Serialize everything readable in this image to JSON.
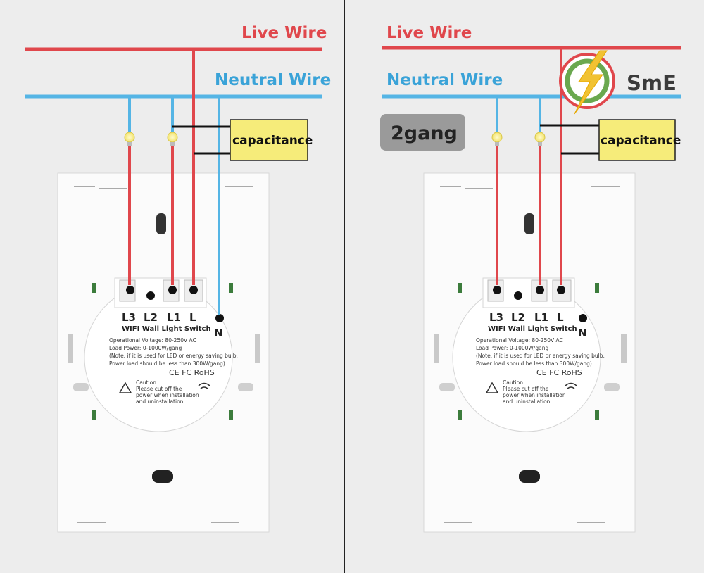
{
  "wires": {
    "live_label": "Live Wire",
    "neutral_label": "Neutral Wire"
  },
  "capacitance_label": "capacitance",
  "gang_badge": "2gang",
  "logo_text": "SmE",
  "terminals": {
    "l3": "L3",
    "l2": "L2",
    "l1": "L1",
    "l": "L",
    "n": "N"
  },
  "module": {
    "title": "WIFI Wall Light Switch",
    "voltage": "Operational Voltage: 80-250V AC",
    "load": "Load Power: 0-1000W/gang",
    "note1": "(Note: if it is used for LED or energy saving bulb,",
    "note2": "Power load should be less than 300W/gang)",
    "certs": "CE FC RoHS",
    "caution_title": "Caution:",
    "caution1": "Please cut off the",
    "caution2": "power when installation",
    "caution3": "and uninstallation."
  },
  "colors": {
    "live": "#e0474c",
    "neutral": "#55b5e5",
    "capacitor": "#f6ec7a",
    "badge": "#9a9a9a"
  }
}
